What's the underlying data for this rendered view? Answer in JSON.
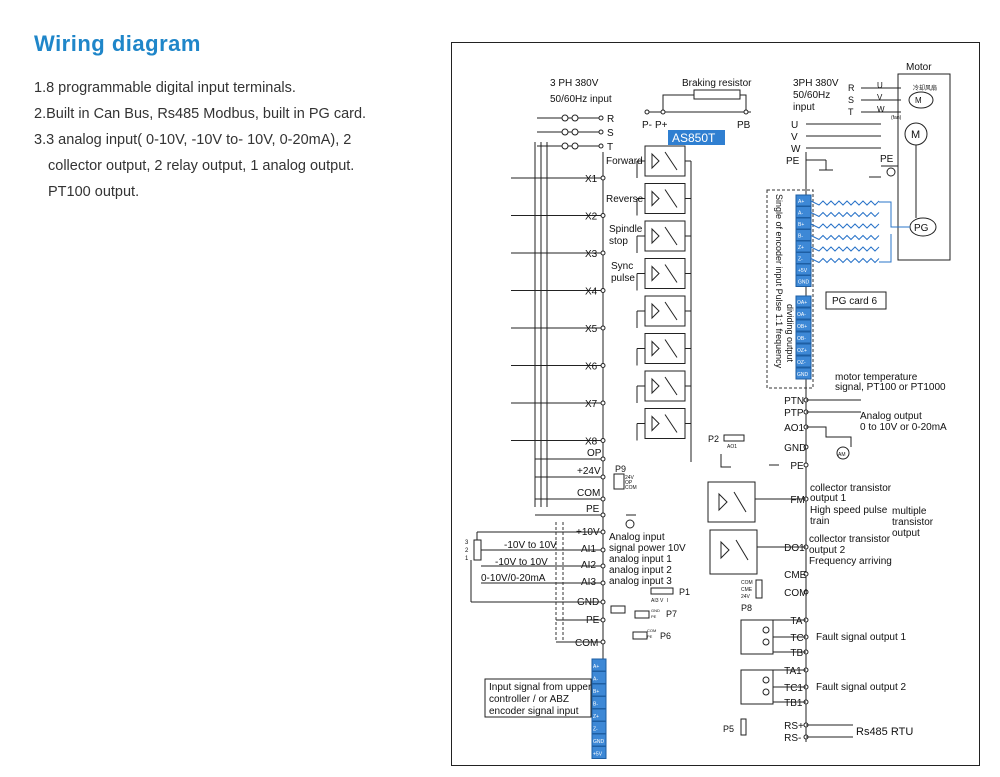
{
  "title": "Wiring diagram",
  "features": [
    "1.8 programmable digital input terminals.",
    "2.Built in Can Bus, Rs485 Modbus, built in PG card.",
    "3.3 analog input( 0-10V, -10V to- 10V, 0-20mA), 2",
    "collector output, 2 relay output, 1 analog output.",
    "PT100 output."
  ],
  "diagram": {
    "model": "AS850T",
    "motor_label": "Motor",
    "supply_in": [
      "3 PH 380V",
      "50/60Hz  input"
    ],
    "supply_out": [
      "3PH 380V",
      "50/60Hz",
      "input"
    ],
    "braking_resistor": "Braking resistor",
    "dc_terminals": [
      "P-",
      "P+",
      "PB"
    ],
    "input_phases": [
      "R",
      "S",
      "T"
    ],
    "output_phases": [
      "U",
      "V",
      "W",
      "PE"
    ],
    "motor_small_phases": [
      "R",
      "S",
      "T"
    ],
    "motor_small_out": [
      "U",
      "V",
      "W"
    ],
    "motor_small_sub": "(fan)",
    "fan_label": "冷却风扇",
    "motor_small_badge": "M",
    "motor_symbol": "M",
    "pg_symbol": "PG",
    "pe_motor": "PE",
    "digital_inputs": [
      {
        "terminal": "X1",
        "function": "Forward"
      },
      {
        "terminal": "X2",
        "function": "Reverse"
      },
      {
        "terminal": "X3",
        "function": "Spindle stop"
      },
      {
        "terminal": "X4",
        "function": "Sync pulse"
      },
      {
        "terminal": "X5",
        "function": ""
      },
      {
        "terminal": "X6",
        "function": ""
      },
      {
        "terminal": "X7",
        "function": ""
      },
      {
        "terminal": "X8",
        "function": ""
      }
    ],
    "spindle_lines": [
      "Spindle",
      "stop"
    ],
    "sync_lines": [
      "Sync",
      "pulse"
    ],
    "left_terminals": [
      "OP",
      "+24V",
      "COM",
      "PE"
    ],
    "p9": "P9",
    "p9_options": [
      "24V",
      "OP",
      "COM"
    ],
    "analog_terminals": [
      "+10V",
      "AI1",
      "AI2",
      "AI3",
      "GND",
      "PE",
      "COM"
    ],
    "analog_labels": [
      "Analog input",
      "signal power 10V",
      "analog input 1",
      "analog input 2",
      "analog input 3"
    ],
    "analog_ranges": [
      "-10V to 10V",
      "-10V to 10V",
      "0-10V/0-20mA"
    ],
    "pot_pins": [
      "3",
      "2",
      "1"
    ],
    "jumpers": [
      "P1",
      "P7",
      "P6",
      "P2",
      "P8",
      "P5"
    ],
    "p1_pins": [
      "AI3",
      "V",
      "I"
    ],
    "p7_options": [
      "GND",
      "PE"
    ],
    "p6_options": [
      "COM",
      "PE"
    ],
    "p8_options": [
      "COM",
      "CME",
      "24V"
    ],
    "ao_jumper": "AO1",
    "upper_signal": [
      "Input signal from upper",
      "controller / or ABZ",
      "encoder signal input"
    ],
    "pg_block_label": [
      "Single of encoder input  Pulse 1:1 frequency",
      "dividing output"
    ],
    "pg_terminals_top": [
      "A+",
      "A-",
      "B+",
      "B-",
      "Z+",
      "Z-",
      "+5V",
      "GND"
    ],
    "pg_terminals_bottom": [
      "OA+",
      "OA-",
      "OB+",
      "OB-",
      "OZ+",
      "OZ-",
      "GND"
    ],
    "pg_card": "PG card 6",
    "upper_terminals": [
      "A+",
      "A-",
      "B+",
      "B-",
      "Z+",
      "Z-",
      "GND",
      "+5V"
    ],
    "right_terminals": [
      "PTN",
      "PTP",
      "AO1",
      "GND",
      "PE",
      "FM",
      "DO1",
      "CME",
      "COM",
      "TA",
      "TC",
      "TB",
      "TA1",
      "TC1",
      "TB1",
      "RS+",
      "RS-"
    ],
    "ptc_note": [
      "motor temperature",
      "signal, PT100 or PT1000"
    ],
    "ao_note": [
      "Analog output",
      "0 to 10V or 0-20mA"
    ],
    "am_meter": "AM",
    "fm_note": [
      "collector transistor",
      "output 1",
      "High speed pulse",
      "train"
    ],
    "do_note": [
      "collector transistor",
      "output 2",
      "Frequency arriving"
    ],
    "multi_note": [
      "multiple",
      "transistor",
      "output"
    ],
    "fault1": "Fault signal output 1",
    "fault2": "Fault signal output 2",
    "rs485": "Rs485 RTU"
  },
  "colors": {
    "title": "#1f86c9",
    "terminal_blue": "#3d88d6",
    "terminal_fill": "#2f7fd1"
  }
}
